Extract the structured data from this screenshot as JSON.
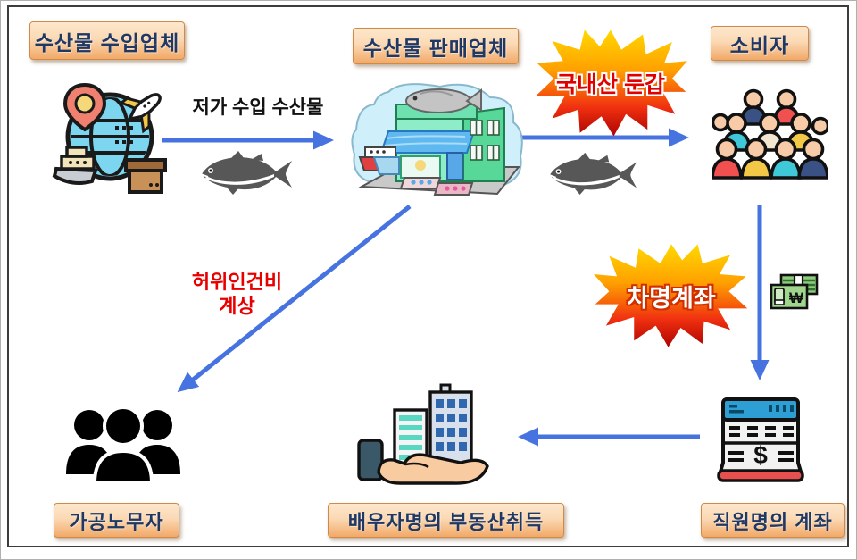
{
  "nodes": {
    "importer_label": "수산물 수입업체",
    "seller_label": "수산물 판매업체",
    "consumer_label": "소비자",
    "fake_laborer_label": "가공노무자",
    "spouse_realestate_label": "배우자명의 부동산취득",
    "employee_account_label": "직원명의 계좌"
  },
  "annotations": {
    "import_flow_label": "저가 수입 수산물",
    "domestic_disguise_label": "국내산 둔갑",
    "borrowed_account_label": "차명계좌",
    "fake_labor_line1": "허위인건비",
    "fake_labor_line2": "계상"
  },
  "icons": {
    "money_currency_symbol": "₩",
    "register_currency_symbol": "$"
  },
  "colors": {
    "arrow_blue": "#4673E0",
    "label_text_navy": "#1F3864",
    "label_gradient_top": "#FDE7CC",
    "label_gradient_bottom": "#F2A968",
    "label_border": "#D08A48",
    "warning_red": "#E80000",
    "starburst_yellow": "#FFDC00",
    "starburst_deep_red": "#A80000"
  }
}
